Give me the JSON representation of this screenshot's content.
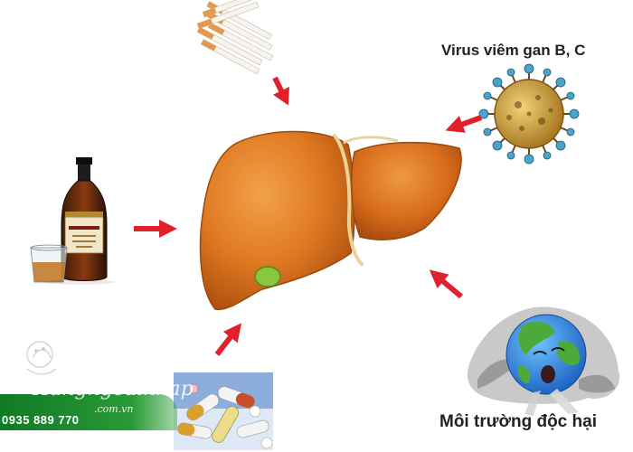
{
  "labels": {
    "virus": "Virus viêm gan B, C",
    "environment": "Môi trường độc hại"
  },
  "watermark": {
    "brand": "Hangngoainhap",
    "domain": ".com.vn",
    "phone": "0935 889 770"
  },
  "colors": {
    "arrow": "#e0202a",
    "liver": "#d96a1a",
    "gallbladder": "#8cc63f",
    "banner": "#1f8a2e",
    "virus": "#c99a2e"
  },
  "icons": {
    "center": "liver-icon",
    "top": "cigarettes-icon",
    "left": "liquor-bottle-icon",
    "top_right": "virus-icon",
    "bottom_left": "pills-icon",
    "bottom_right": "polluted-earth-icon"
  }
}
